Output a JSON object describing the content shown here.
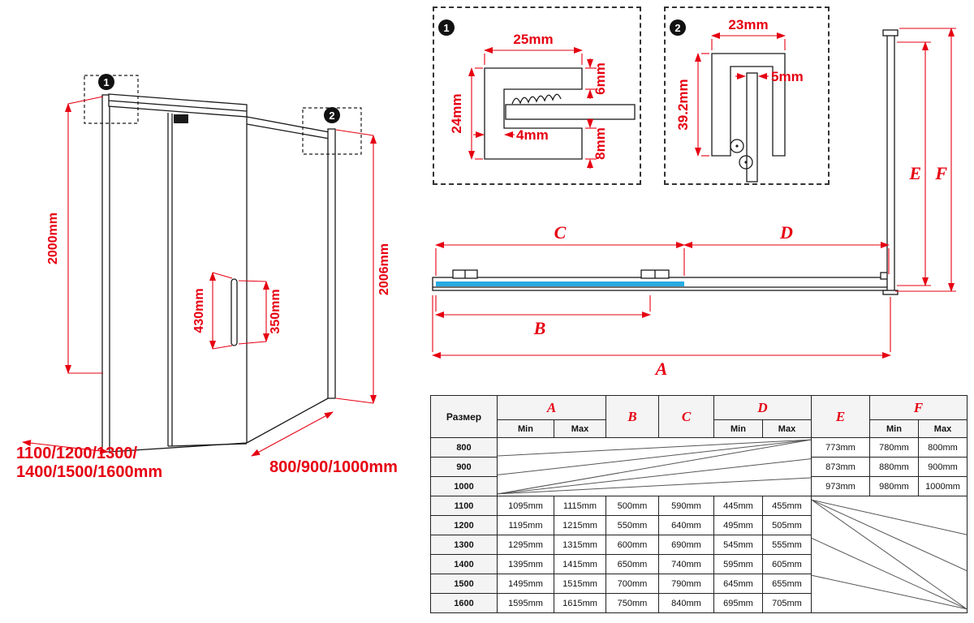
{
  "colors": {
    "accent_red": "#e60012",
    "glass_blue": "#29abe2",
    "line_black": "#1a1a1a"
  },
  "iso": {
    "callout1": "1",
    "callout2": "2",
    "dim_height_left": "2000mm",
    "dim_height_right": "2006mm",
    "dim_handle_left": "430mm",
    "dim_handle_right": "350mm",
    "width_line1": "1100/1200/1300/",
    "width_line2": "1400/1500/1600mm",
    "depth": "800/900/1000mm"
  },
  "detail1": {
    "callout": "1",
    "dim_width": "25mm",
    "dim_height": "24mm",
    "dim_inner": "4mm",
    "dim_top": "6mm",
    "dim_bottom": "8mm"
  },
  "detail2": {
    "callout": "2",
    "dim_width": "23mm",
    "dim_inner": "5mm",
    "dim_height": "39.2mm"
  },
  "plan": {
    "dim_a": "A",
    "dim_b": "B",
    "dim_c": "C",
    "dim_d": "D",
    "dim_e": "E",
    "dim_f": "F"
  },
  "table": {
    "size_header": "Размер",
    "col_a": "A",
    "col_b": "B",
    "col_c": "C",
    "col_d": "D",
    "col_e": "E",
    "col_f": "F",
    "min": "Min",
    "max": "Max",
    "rows_small": [
      {
        "size": "800",
        "e": "773mm",
        "f_min": "780mm",
        "f_max": "800mm"
      },
      {
        "size": "900",
        "e": "873mm",
        "f_min": "880mm",
        "f_max": "900mm"
      },
      {
        "size": "1000",
        "e": "973mm",
        "f_min": "980mm",
        "f_max": "1000mm"
      }
    ],
    "rows_large": [
      {
        "size": "1100",
        "a_min": "1095mm",
        "a_max": "1115mm",
        "b": "500mm",
        "c": "590mm",
        "d_min": "445mm",
        "d_max": "455mm"
      },
      {
        "size": "1200",
        "a_min": "1195mm",
        "a_max": "1215mm",
        "b": "550mm",
        "c": "640mm",
        "d_min": "495mm",
        "d_max": "505mm"
      },
      {
        "size": "1300",
        "a_min": "1295mm",
        "a_max": "1315mm",
        "b": "600mm",
        "c": "690mm",
        "d_min": "545mm",
        "d_max": "555mm"
      },
      {
        "size": "1400",
        "a_min": "1395mm",
        "a_max": "1415mm",
        "b": "650mm",
        "c": "740mm",
        "d_min": "595mm",
        "d_max": "605mm"
      },
      {
        "size": "1500",
        "a_min": "1495mm",
        "a_max": "1515mm",
        "b": "700mm",
        "c": "790mm",
        "d_min": "645mm",
        "d_max": "655mm"
      },
      {
        "size": "1600",
        "a_min": "1595mm",
        "a_max": "1615mm",
        "b": "750mm",
        "c": "840mm",
        "d_min": "695mm",
        "d_max": "705mm"
      }
    ]
  }
}
